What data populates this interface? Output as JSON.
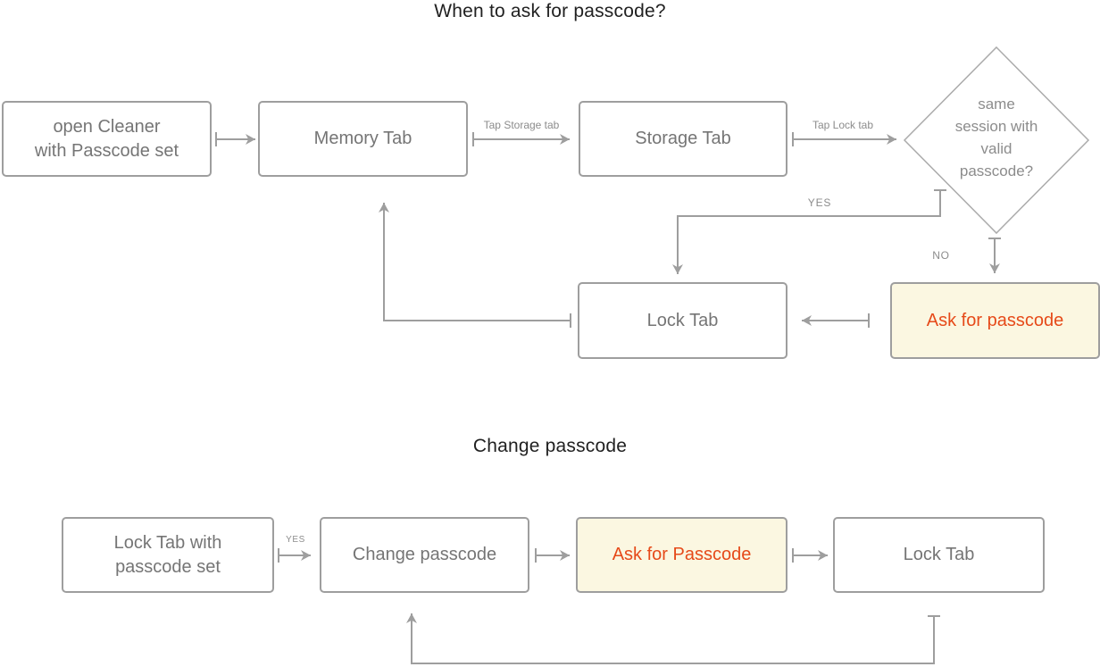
{
  "colors": {
    "title_text": "#212121",
    "box_border": "#9e9e9e",
    "box_text": "#757575",
    "connector": "#9e9e9e",
    "edge_text": "#8c8c8c",
    "diamond_fill": "#d9d9d9",
    "diamond_text": "#8c8c8c",
    "highlight_fill": "#fbf7e1",
    "highlight_text": "#e64a19"
  },
  "top_chart": {
    "title": "When to ask for passcode?",
    "nodes": {
      "open_cleaner": "open Cleaner\nwith Passcode set",
      "memory_tab": "Memory Tab",
      "storage_tab": "Storage Tab",
      "decision": "same\nsession with\nvalid\npasscode?",
      "lock_tab": "Lock Tab",
      "ask_passcode": "Ask for passcode"
    },
    "edge_labels": {
      "tap_storage": "Tap Storage tab",
      "tap_lock": "Tap Lock tab",
      "yes": "YES",
      "no": "NO"
    }
  },
  "bottom_chart": {
    "title": "Change passcode",
    "nodes": {
      "lock_with_passcode": "Lock Tab with\npasscode set",
      "change_passcode": "Change passcode",
      "ask_passcode": "Ask for Passcode",
      "lock_tab": "Lock Tab"
    },
    "edge_labels": {
      "yes": "YES"
    }
  }
}
